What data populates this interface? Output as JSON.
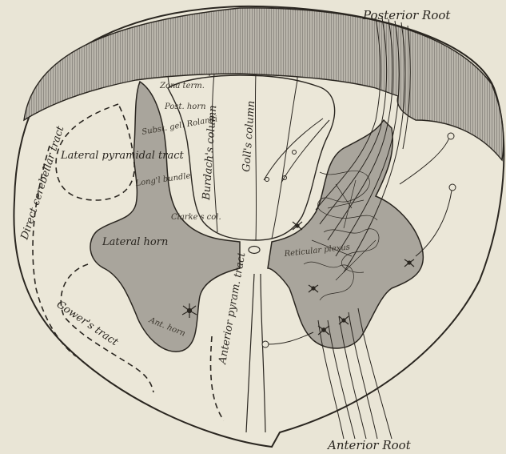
{
  "labels": {
    "posterior_root": "Posterior Root",
    "anterior_root": "Anterior Root",
    "zona_terminalis": "Zona term.",
    "post_horn": "Post. horn",
    "subst_gel_rolandi": "Subst. gel. Rolandi",
    "longl_bundle": "Long'l bundle",
    "lateral_pyramidal_tract": "Lateral pyramidal tract",
    "direct_cerebellar_tract": "Direct cerebellar tract",
    "burdachs_column": "Burdach's column",
    "golls_column": "Goll's column",
    "clarkes_col": "Clarke's col.",
    "lateral_horn": "Lateral horn",
    "reticular_plexus": "Reticular plexus",
    "gowers_tract": "Gower's tract",
    "ant_horn": "Ant. horn",
    "anterior_pyram_tract": "Anterior pyram. tract"
  },
  "colors": {
    "background": "#e9e5d6",
    "white_matter": "#ebe7d8",
    "grey_matter": "#a9a59c",
    "ink": "#2a2620"
  }
}
